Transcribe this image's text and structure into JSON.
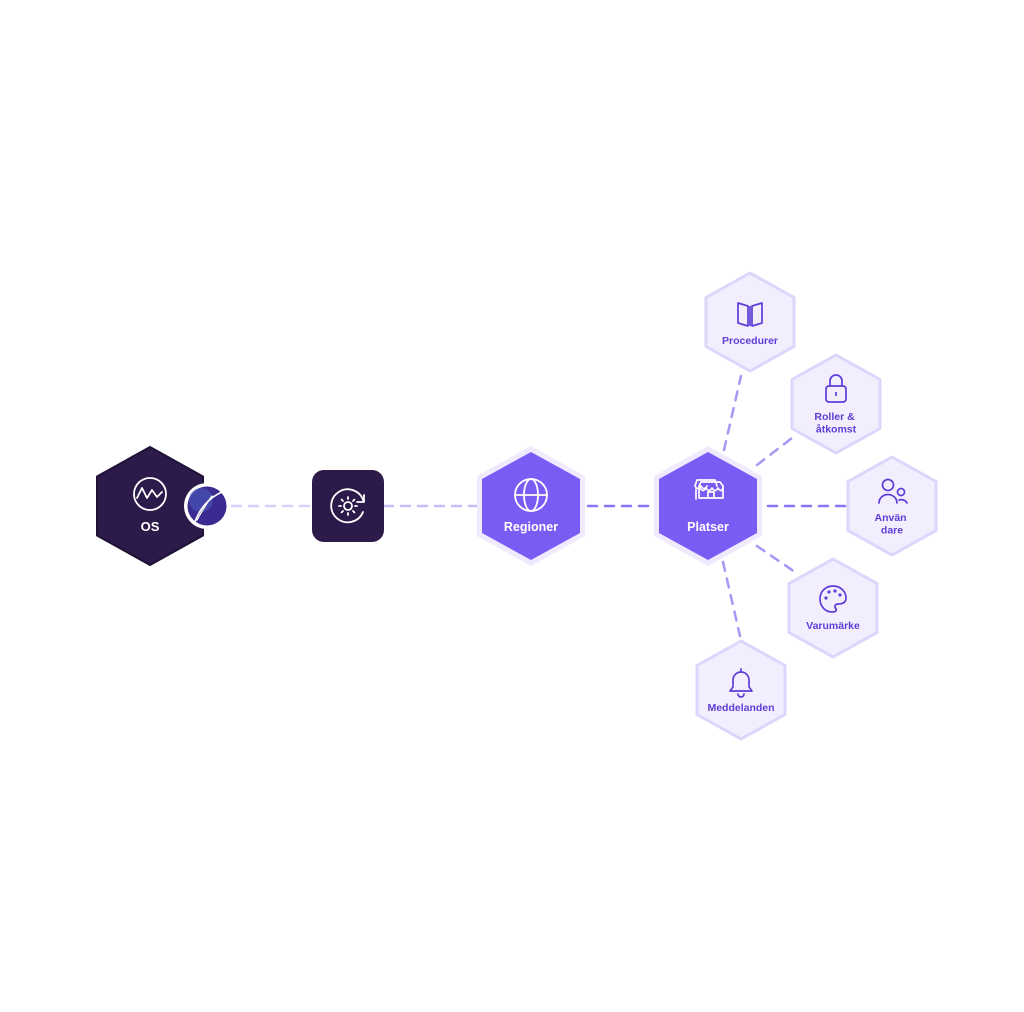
{
  "colors": {
    "background": "#ffffff",
    "dark": "#2b1a4a",
    "dark_border": "#1e1236",
    "accent": "#7a5cf5",
    "accent_halo": "#efeafe",
    "satellite_fill": "#f2eefe",
    "satellite_border": "#ded5fc",
    "satellite_text": "#5b3fd6",
    "connector_light": "#c9bcf7",
    "connector_accent": "#8e74f2"
  },
  "diagram": {
    "os_node": {
      "label": "OS",
      "icon": "wave-circle-icon",
      "badge_icon": "feather-leaf-icon"
    },
    "settings_node": {
      "icon": "gear-refresh-icon"
    },
    "regions_node": {
      "label": "Regioner",
      "icon": "globe-icon"
    },
    "places_node": {
      "label": "Platser",
      "icon": "storefront-icon"
    },
    "satellites": [
      {
        "id": "procedures",
        "label": "Procedurer",
        "icon": "book-icon"
      },
      {
        "id": "roles",
        "label": "Roller &\nåtkomst",
        "icon": "lock-icon"
      },
      {
        "id": "users",
        "label": "Användare",
        "icon": "users-icon"
      },
      {
        "id": "brand",
        "label": "Varumärke",
        "icon": "palette-icon"
      },
      {
        "id": "notifications",
        "label": "Meddelanden",
        "icon": "bell-icon"
      }
    ]
  }
}
